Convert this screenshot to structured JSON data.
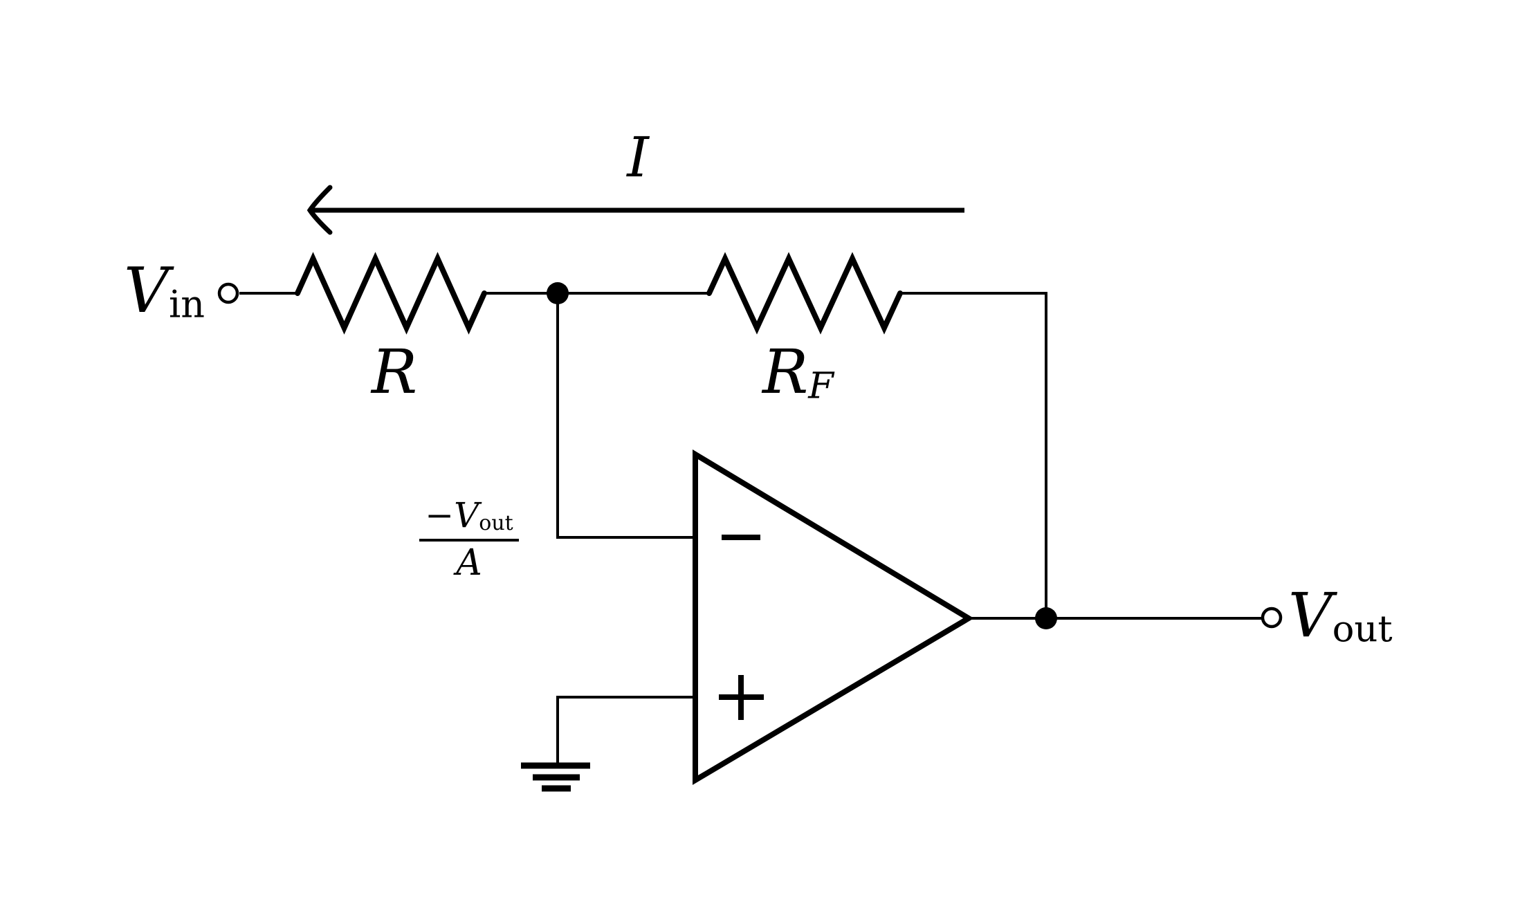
{
  "colors": {
    "ink": "#000000",
    "background": "#ffffff"
  },
  "labels": {
    "current": "I",
    "vin": {
      "base": "V",
      "sub": "in"
    },
    "vout": {
      "base": "V",
      "sub": "out"
    },
    "r": {
      "base": "R"
    },
    "rf": {
      "base": "R",
      "sub": "F"
    },
    "inverting_input_voltage": {
      "numerator_base": "−V",
      "numerator_sub": "out",
      "denominator": "A"
    },
    "opamp": {
      "inverting_sign": "−",
      "noninverting_sign": "+"
    }
  }
}
